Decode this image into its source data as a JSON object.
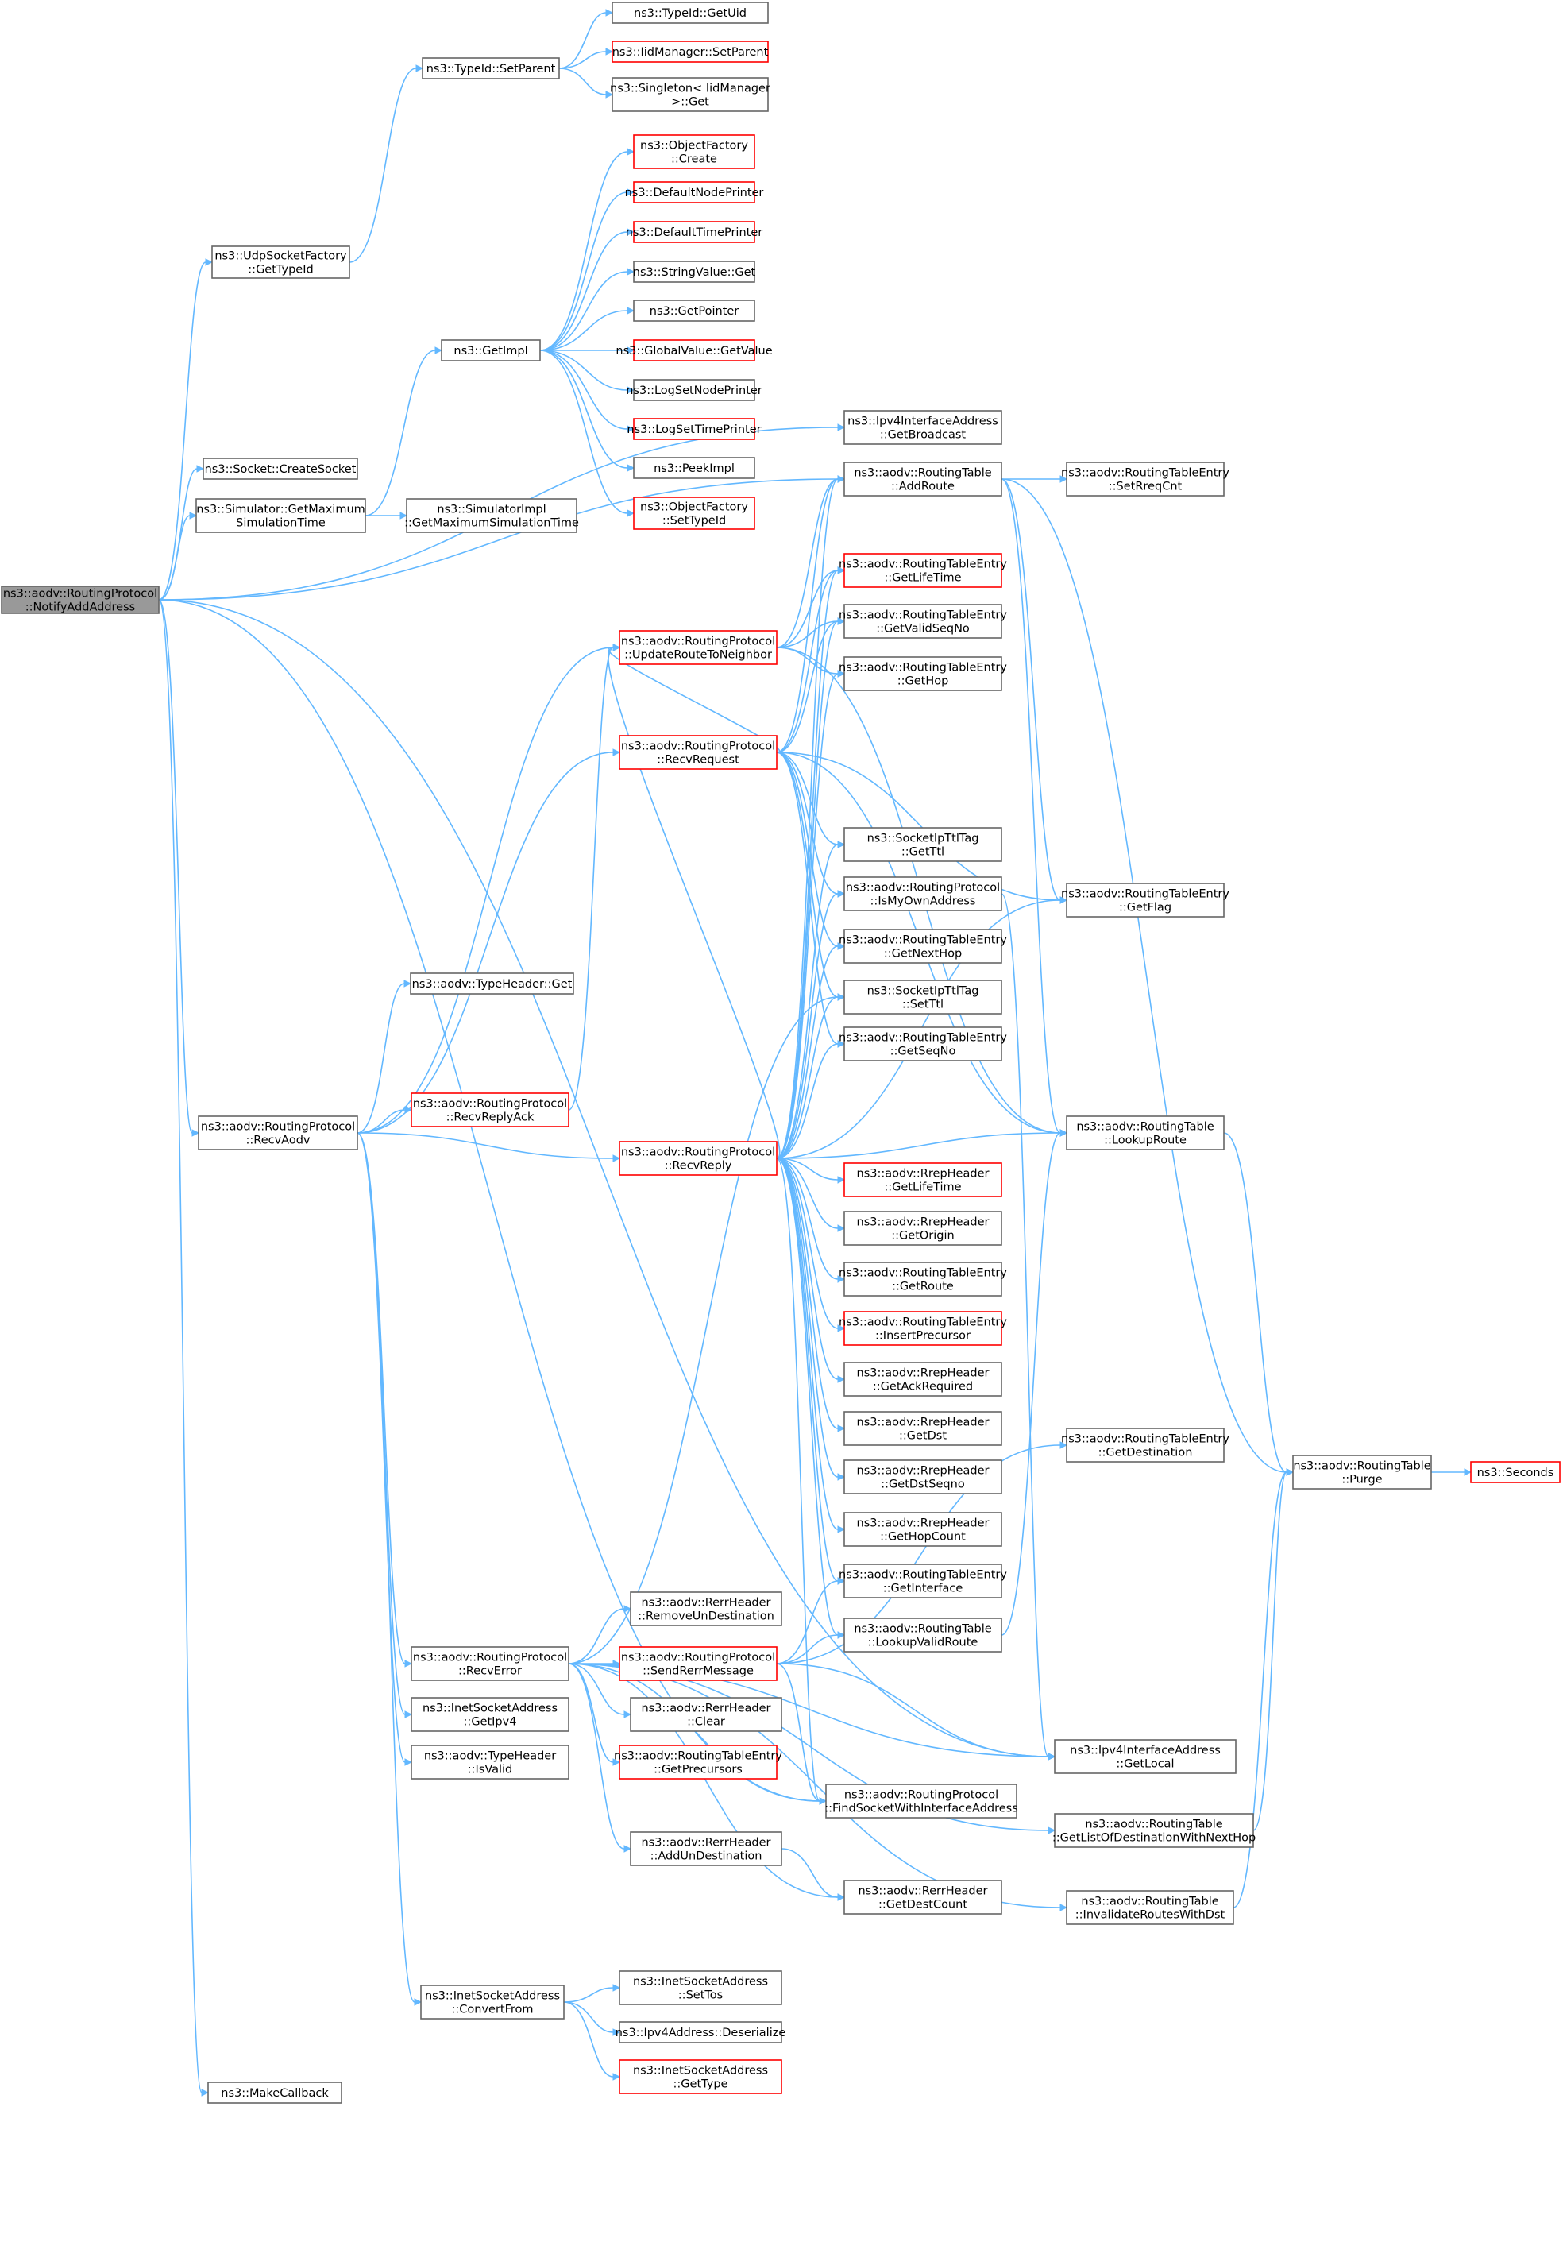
{
  "diagram": {
    "nodes": [
      {
        "id": "notify",
        "lines": [
          "ns3::aodv::RoutingProtocol",
          "::NotifyAddAddress"
        ],
        "style": "root"
      },
      {
        "id": "udpsf",
        "lines": [
          "ns3::UdpSocketFactory",
          "::GetTypeId"
        ],
        "style": "normal"
      },
      {
        "id": "setparent",
        "lines": [
          "ns3::TypeId::SetParent"
        ],
        "style": "normal"
      },
      {
        "id": "getuid",
        "lines": [
          "ns3::TypeId::GetUid"
        ],
        "style": "normal"
      },
      {
        "id": "iidsetparent",
        "lines": [
          "ns3::IidManager::SetParent"
        ],
        "style": "red"
      },
      {
        "id": "singleton",
        "lines": [
          "ns3::Singleton< IidManager",
          ">::Get"
        ],
        "style": "normal"
      },
      {
        "id": "ofcreate",
        "lines": [
          "ns3::ObjectFactory",
          "::Create"
        ],
        "style": "red"
      },
      {
        "id": "dnp",
        "lines": [
          "ns3::DefaultNodePrinter"
        ],
        "style": "red"
      },
      {
        "id": "dtp",
        "lines": [
          "ns3::DefaultTimePrinter"
        ],
        "style": "red"
      },
      {
        "id": "svget",
        "lines": [
          "ns3::StringValue::Get"
        ],
        "style": "normal"
      },
      {
        "id": "getpointer",
        "lines": [
          "ns3::GetPointer"
        ],
        "style": "normal"
      },
      {
        "id": "getimpl",
        "lines": [
          "ns3::GetImpl"
        ],
        "style": "normal"
      },
      {
        "id": "gvget",
        "lines": [
          "ns3::GlobalValue::GetValue"
        ],
        "style": "red"
      },
      {
        "id": "lsnp",
        "lines": [
          "ns3::LogSetNodePrinter"
        ],
        "style": "normal"
      },
      {
        "id": "lstp",
        "lines": [
          "ns3::LogSetTimePrinter"
        ],
        "style": "red"
      },
      {
        "id": "peekimpl",
        "lines": [
          "ns3::PeekImpl"
        ],
        "style": "normal"
      },
      {
        "id": "ofsettypeid",
        "lines": [
          "ns3::ObjectFactory",
          "::SetTypeId"
        ],
        "style": "red"
      },
      {
        "id": "createsocket",
        "lines": [
          "ns3::Socket::CreateSocket"
        ],
        "style": "normal"
      },
      {
        "id": "simgetmax",
        "lines": [
          "ns3::Simulator::GetMaximum",
          "SimulationTime"
        ],
        "style": "normal"
      },
      {
        "id": "simimplmax",
        "lines": [
          "ns3::SimulatorImpl",
          "::GetMaximumSimulationTime"
        ],
        "style": "normal"
      },
      {
        "id": "getbroadcast",
        "lines": [
          "ns3::Ipv4InterfaceAddress",
          "::GetBroadcast"
        ],
        "style": "normal"
      },
      {
        "id": "addroute",
        "lines": [
          "ns3::aodv::RoutingTable",
          "::AddRoute"
        ],
        "style": "normal"
      },
      {
        "id": "setrreqcnt",
        "lines": [
          "ns3::aodv::RoutingTableEntry",
          "::SetRreqCnt"
        ],
        "style": "normal"
      },
      {
        "id": "getlifetime",
        "lines": [
          "ns3::aodv::RoutingTableEntry",
          "::GetLifeTime"
        ],
        "style": "red"
      },
      {
        "id": "updroute",
        "lines": [
          "ns3::aodv::RoutingProtocol",
          "::UpdateRouteToNeighbor"
        ],
        "style": "red"
      },
      {
        "id": "getvalidseqno",
        "lines": [
          "ns3::aodv::RoutingTableEntry",
          "::GetValidSeqNo"
        ],
        "style": "normal"
      },
      {
        "id": "gethop",
        "lines": [
          "ns3::aodv::RoutingTableEntry",
          "::GetHop"
        ],
        "style": "normal"
      },
      {
        "id": "recvrequest",
        "lines": [
          "ns3::aodv::RoutingProtocol",
          "::RecvRequest"
        ],
        "style": "red"
      },
      {
        "id": "getttl",
        "lines": [
          "ns3::SocketIpTtlTag",
          "::GetTtl"
        ],
        "style": "normal"
      },
      {
        "id": "ismyown",
        "lines": [
          "ns3::aodv::RoutingProtocol",
          "::IsMyOwnAddress"
        ],
        "style": "normal"
      },
      {
        "id": "getflag",
        "lines": [
          "ns3::aodv::RoutingTableEntry",
          "::GetFlag"
        ],
        "style": "normal"
      },
      {
        "id": "getnexthop",
        "lines": [
          "ns3::aodv::RoutingTableEntry",
          "::GetNextHop"
        ],
        "style": "normal"
      },
      {
        "id": "typeheaderget",
        "lines": [
          "ns3::aodv::TypeHeader::Get"
        ],
        "style": "normal"
      },
      {
        "id": "setttl",
        "lines": [
          "ns3::SocketIpTtlTag",
          "::SetTtl"
        ],
        "style": "normal"
      },
      {
        "id": "getseqno",
        "lines": [
          "ns3::aodv::RoutingTableEntry",
          "::GetSeqNo"
        ],
        "style": "normal"
      },
      {
        "id": "recvreplyack",
        "lines": [
          "ns3::aodv::RoutingProtocol",
          "::RecvReplyAck"
        ],
        "style": "red"
      },
      {
        "id": "recvaodv",
        "lines": [
          "ns3::aodv::RoutingProtocol",
          "::RecvAodv"
        ],
        "style": "normal"
      },
      {
        "id": "recvreply",
        "lines": [
          "ns3::aodv::RoutingProtocol",
          "::RecvReply"
        ],
        "style": "red"
      },
      {
        "id": "lookuproute",
        "lines": [
          "ns3::aodv::RoutingTable",
          "::LookupRoute"
        ],
        "style": "normal"
      },
      {
        "id": "rrepgetlifetime",
        "lines": [
          "ns3::aodv::RrepHeader",
          "::GetLifeTime"
        ],
        "style": "red"
      },
      {
        "id": "getorigin",
        "lines": [
          "ns3::aodv::RrepHeader",
          "::GetOrigin"
        ],
        "style": "normal"
      },
      {
        "id": "getroute",
        "lines": [
          "ns3::aodv::RoutingTableEntry",
          "::GetRoute"
        ],
        "style": "normal"
      },
      {
        "id": "insertprec",
        "lines": [
          "ns3::aodv::RoutingTableEntry",
          "::InsertPrecursor"
        ],
        "style": "red"
      },
      {
        "id": "getackreq",
        "lines": [
          "ns3::aodv::RrepHeader",
          "::GetAckRequired"
        ],
        "style": "normal"
      },
      {
        "id": "getdst",
        "lines": [
          "ns3::aodv::RrepHeader",
          "::GetDst"
        ],
        "style": "normal"
      },
      {
        "id": "getdstseqno",
        "lines": [
          "ns3::aodv::RrepHeader",
          "::GetDstSeqno"
        ],
        "style": "normal"
      },
      {
        "id": "getdestination",
        "lines": [
          "ns3::aodv::RoutingTableEntry",
          "::GetDestination"
        ],
        "style": "normal"
      },
      {
        "id": "purge",
        "lines": [
          "ns3::aodv::RoutingTable",
          "::Purge"
        ],
        "style": "normal"
      },
      {
        "id": "seconds",
        "lines": [
          "ns3::Seconds"
        ],
        "style": "red"
      },
      {
        "id": "gethopcount",
        "lines": [
          "ns3::aodv::RrepHeader",
          "::GetHopCount"
        ],
        "style": "normal"
      },
      {
        "id": "getinterface",
        "lines": [
          "ns3::aodv::RoutingTableEntry",
          "::GetInterface"
        ],
        "style": "normal"
      },
      {
        "id": "removeundest",
        "lines": [
          "ns3::aodv::RerrHeader",
          "::RemoveUnDestination"
        ],
        "style": "normal"
      },
      {
        "id": "lookupvalid",
        "lines": [
          "ns3::aodv::RoutingTable",
          "::LookupValidRoute"
        ],
        "style": "normal"
      },
      {
        "id": "recverror",
        "lines": [
          "ns3::aodv::RoutingProtocol",
          "::RecvError"
        ],
        "style": "normal"
      },
      {
        "id": "sendrerr",
        "lines": [
          "ns3::aodv::RoutingProtocol",
          "::SendRerrMessage"
        ],
        "style": "red"
      },
      {
        "id": "inetgetipv4",
        "lines": [
          "ns3::InetSocketAddress",
          "::GetIpv4"
        ],
        "style": "normal"
      },
      {
        "id": "rerrclear",
        "lines": [
          "ns3::aodv::RerrHeader",
          "::Clear"
        ],
        "style": "normal"
      },
      {
        "id": "getlocal",
        "lines": [
          "ns3::Ipv4InterfaceAddress",
          "::GetLocal"
        ],
        "style": "normal"
      },
      {
        "id": "isvalid",
        "lines": [
          "ns3::aodv::TypeHeader",
          "::IsValid"
        ],
        "style": "normal"
      },
      {
        "id": "getprecursors",
        "lines": [
          "ns3::aodv::RoutingTableEntry",
          "::GetPrecursors"
        ],
        "style": "red"
      },
      {
        "id": "findsocket",
        "lines": [
          "ns3::aodv::RoutingProtocol",
          "::FindSocketWithInterfaceAddress"
        ],
        "style": "normal"
      },
      {
        "id": "getlistdest",
        "lines": [
          "ns3::aodv::RoutingTable",
          "::GetListOfDestinationWithNextHop"
        ],
        "style": "normal"
      },
      {
        "id": "addundest",
        "lines": [
          "ns3::aodv::RerrHeader",
          "::AddUnDestination"
        ],
        "style": "normal"
      },
      {
        "id": "getdestcount",
        "lines": [
          "ns3::aodv::RerrHeader",
          "::GetDestCount"
        ],
        "style": "normal"
      },
      {
        "id": "invalidate",
        "lines": [
          "ns3::aodv::RoutingTable",
          "::InvalidateRoutesWithDst"
        ],
        "style": "normal"
      },
      {
        "id": "convertfrom",
        "lines": [
          "ns3::InetSocketAddress",
          "::ConvertFrom"
        ],
        "style": "normal"
      },
      {
        "id": "settos",
        "lines": [
          "ns3::InetSocketAddress",
          "::SetTos"
        ],
        "style": "normal"
      },
      {
        "id": "deserialize",
        "lines": [
          "ns3::Ipv4Address::Deserialize"
        ],
        "style": "normal"
      },
      {
        "id": "gettype",
        "lines": [
          "ns3::InetSocketAddress",
          "::GetType"
        ],
        "style": "red"
      },
      {
        "id": "makecallback",
        "lines": [
          "ns3::MakeCallback"
        ],
        "style": "normal"
      }
    ],
    "edges": [
      [
        "notify",
        "udpsf"
      ],
      [
        "notify",
        "createsocket"
      ],
      [
        "notify",
        "simgetmax"
      ],
      [
        "notify",
        "getbroadcast"
      ],
      [
        "notify",
        "addroute"
      ],
      [
        "notify",
        "recvaodv"
      ],
      [
        "notify",
        "getlocal"
      ],
      [
        "notify",
        "findsocket"
      ],
      [
        "notify",
        "makecallback"
      ],
      [
        "udpsf",
        "setparent"
      ],
      [
        "setparent",
        "getuid"
      ],
      [
        "setparent",
        "iidsetparent"
      ],
      [
        "setparent",
        "singleton"
      ],
      [
        "simgetmax",
        "getimpl"
      ],
      [
        "simgetmax",
        "simimplmax"
      ],
      [
        "getimpl",
        "ofcreate"
      ],
      [
        "getimpl",
        "dnp"
      ],
      [
        "getimpl",
        "dtp"
      ],
      [
        "getimpl",
        "svget"
      ],
      [
        "getimpl",
        "getpointer"
      ],
      [
        "getimpl",
        "gvget"
      ],
      [
        "getimpl",
        "lsnp"
      ],
      [
        "getimpl",
        "lstp"
      ],
      [
        "getimpl",
        "peekimpl"
      ],
      [
        "getimpl",
        "ofsettypeid"
      ],
      [
        "addroute",
        "setrreqcnt"
      ],
      [
        "addroute",
        "purge"
      ],
      [
        "addroute",
        "getflag"
      ],
      [
        "addroute",
        "lookuproute"
      ],
      [
        "updroute",
        "addroute"
      ],
      [
        "updroute",
        "getlifetime"
      ],
      [
        "updroute",
        "getvalidseqno"
      ],
      [
        "updroute",
        "gethop"
      ],
      [
        "updroute",
        "lookuproute"
      ],
      [
        "recvrequest",
        "addroute"
      ],
      [
        "recvrequest",
        "getlifetime"
      ],
      [
        "recvrequest",
        "getvalidseqno"
      ],
      [
        "recvrequest",
        "getttl"
      ],
      [
        "recvrequest",
        "ismyown"
      ],
      [
        "recvrequest",
        "getflag"
      ],
      [
        "recvrequest",
        "getnexthop"
      ],
      [
        "recvrequest",
        "setttl"
      ],
      [
        "recvrequest",
        "getseqno"
      ],
      [
        "recvrequest",
        "lookuproute"
      ],
      [
        "recvrequest",
        "updroute"
      ],
      [
        "recvaodv",
        "typeheaderget"
      ],
      [
        "recvaodv",
        "recvrequest"
      ],
      [
        "recvaodv",
        "recvreplyack"
      ],
      [
        "recvaodv",
        "recvreply"
      ],
      [
        "recvaodv",
        "updroute"
      ],
      [
        "recvaodv",
        "recverror"
      ],
      [
        "recvaodv",
        "inetgetipv4"
      ],
      [
        "recvaodv",
        "isvalid"
      ],
      [
        "recvaodv",
        "convertfrom"
      ],
      [
        "recvreplyack",
        "updroute"
      ],
      [
        "recvreply",
        "addroute"
      ],
      [
        "recvreply",
        "getlifetime"
      ],
      [
        "recvreply",
        "getvalidseqno"
      ],
      [
        "recvreply",
        "gethop"
      ],
      [
        "recvreply",
        "getttl"
      ],
      [
        "recvreply",
        "ismyown"
      ],
      [
        "recvreply",
        "getflag"
      ],
      [
        "recvreply",
        "getnexthop"
      ],
      [
        "recvreply",
        "setttl"
      ],
      [
        "recvreply",
        "getseqno"
      ],
      [
        "recvreply",
        "lookuproute"
      ],
      [
        "recvreply",
        "rrepgetlifetime"
      ],
      [
        "recvreply",
        "getorigin"
      ],
      [
        "recvreply",
        "getroute"
      ],
      [
        "recvreply",
        "insertprec"
      ],
      [
        "recvreply",
        "getackreq"
      ],
      [
        "recvreply",
        "getdst"
      ],
      [
        "recvreply",
        "getdstseqno"
      ],
      [
        "recvreply",
        "gethopcount"
      ],
      [
        "recvreply",
        "getinterface"
      ],
      [
        "recvreply",
        "lookupvalid"
      ],
      [
        "recvreply",
        "findsocket"
      ],
      [
        "recvreply",
        "updroute"
      ],
      [
        "ismyown",
        "getlocal"
      ],
      [
        "lookuproute",
        "purge"
      ],
      [
        "purge",
        "seconds"
      ],
      [
        "lookupvalid",
        "lookuproute"
      ],
      [
        "recverror",
        "removeundest"
      ],
      [
        "recverror",
        "sendrerr"
      ],
      [
        "recverror",
        "rerrclear"
      ],
      [
        "recverror",
        "getprecursors"
      ],
      [
        "recverror",
        "findsocket"
      ],
      [
        "recverror",
        "getlistdest"
      ],
      [
        "recverror",
        "addundest"
      ],
      [
        "recverror",
        "getdestcount"
      ],
      [
        "recverror",
        "invalidate"
      ],
      [
        "recverror",
        "setttl"
      ],
      [
        "recverror",
        "getlocal"
      ],
      [
        "sendrerr",
        "lookupvalid"
      ],
      [
        "sendrerr",
        "getinterface"
      ],
      [
        "sendrerr",
        "findsocket"
      ],
      [
        "sendrerr",
        "getlocal"
      ],
      [
        "sendrerr",
        "getdestination"
      ],
      [
        "getlistdest",
        "purge"
      ],
      [
        "invalidate",
        "purge"
      ],
      [
        "addundest",
        "getdestcount"
      ],
      [
        "convertfrom",
        "settos"
      ],
      [
        "convertfrom",
        "deserialize"
      ],
      [
        "convertfrom",
        "gettype"
      ]
    ]
  }
}
